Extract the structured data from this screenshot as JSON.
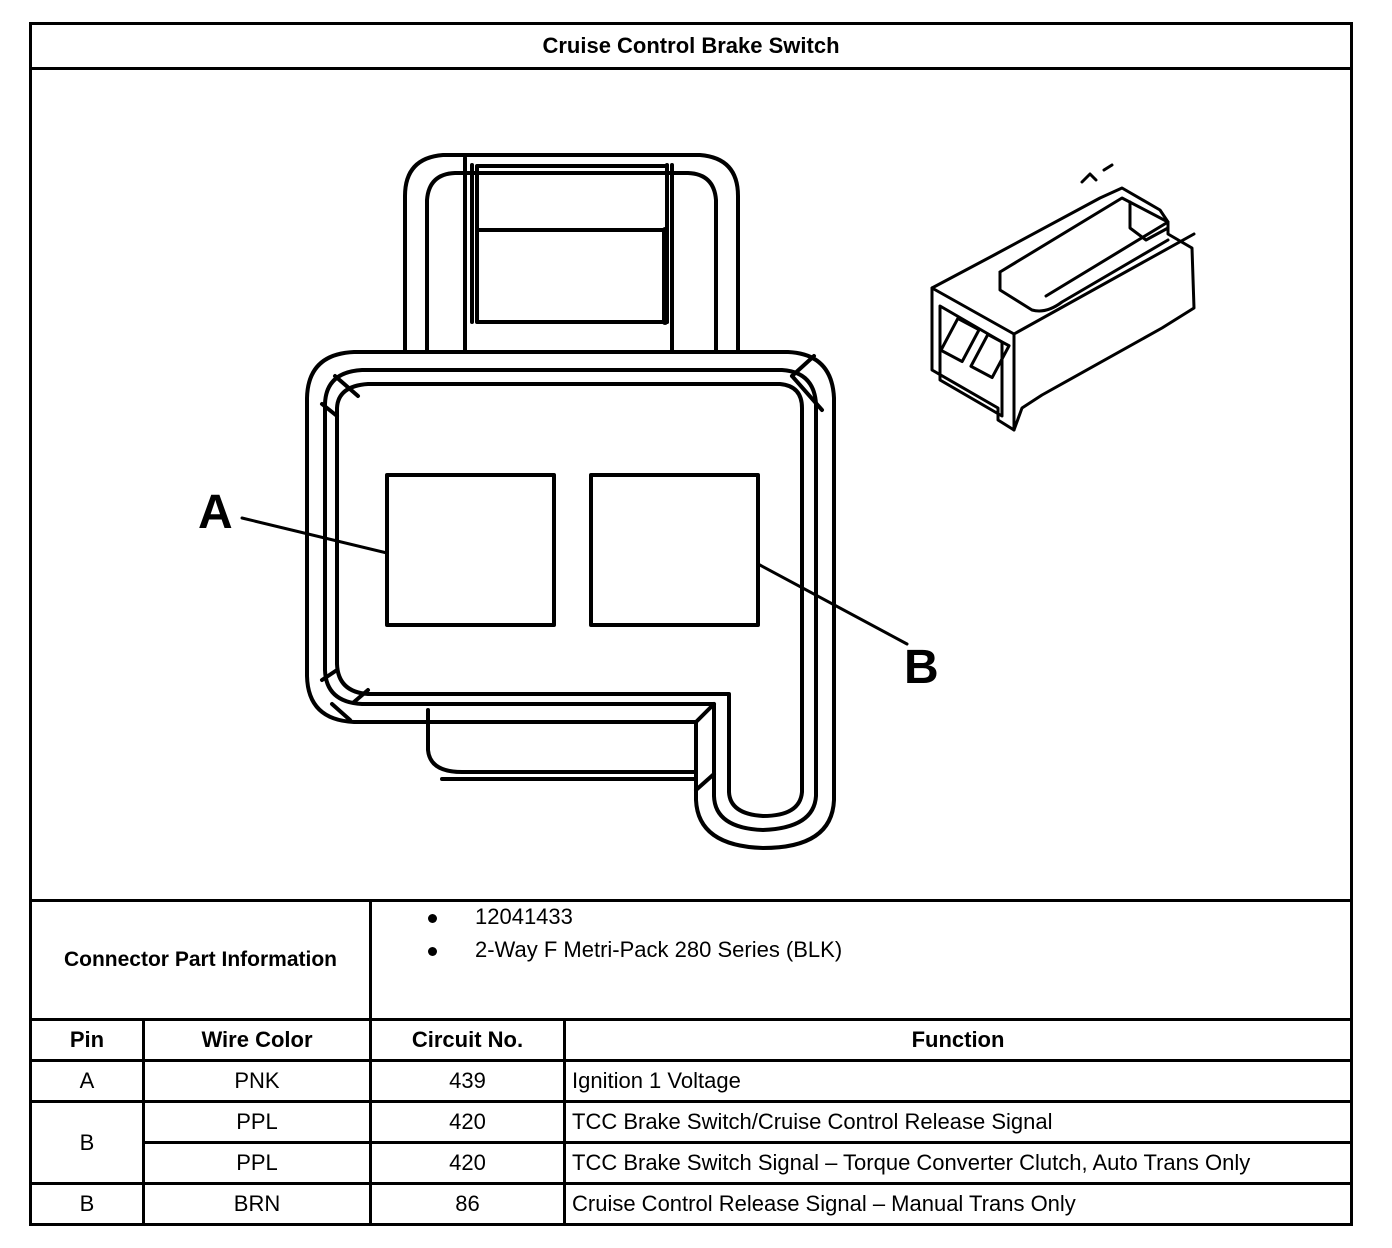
{
  "title": "Cruise Control Brake Switch",
  "figure": {
    "callout_a": "A",
    "callout_b": "B"
  },
  "connector_info": {
    "label": "Connector Part Information",
    "items": [
      "12041433",
      "2-Way F Metri-Pack 280 Series (BLK)"
    ]
  },
  "table": {
    "headers": {
      "pin": "Pin",
      "wire_color": "Wire Color",
      "circuit": "Circuit No.",
      "function": "Function"
    },
    "rows": [
      {
        "pin": "A",
        "wire_color": "PNK",
        "circuit": "439",
        "function": "Ignition 1 Voltage"
      },
      {
        "pin": "B",
        "wire_color": "PPL",
        "circuit": "420",
        "function": "TCC Brake Switch/Cruise Control Release Signal"
      },
      {
        "pin": "",
        "wire_color": "PPL",
        "circuit": "420",
        "function": "TCC Brake Switch Signal – Torque Converter Clutch, Auto Trans Only"
      },
      {
        "pin": "B",
        "wire_color": "BRN",
        "circuit": "86",
        "function": "Cruise Control Release Signal – Manual Trans Only"
      }
    ]
  }
}
